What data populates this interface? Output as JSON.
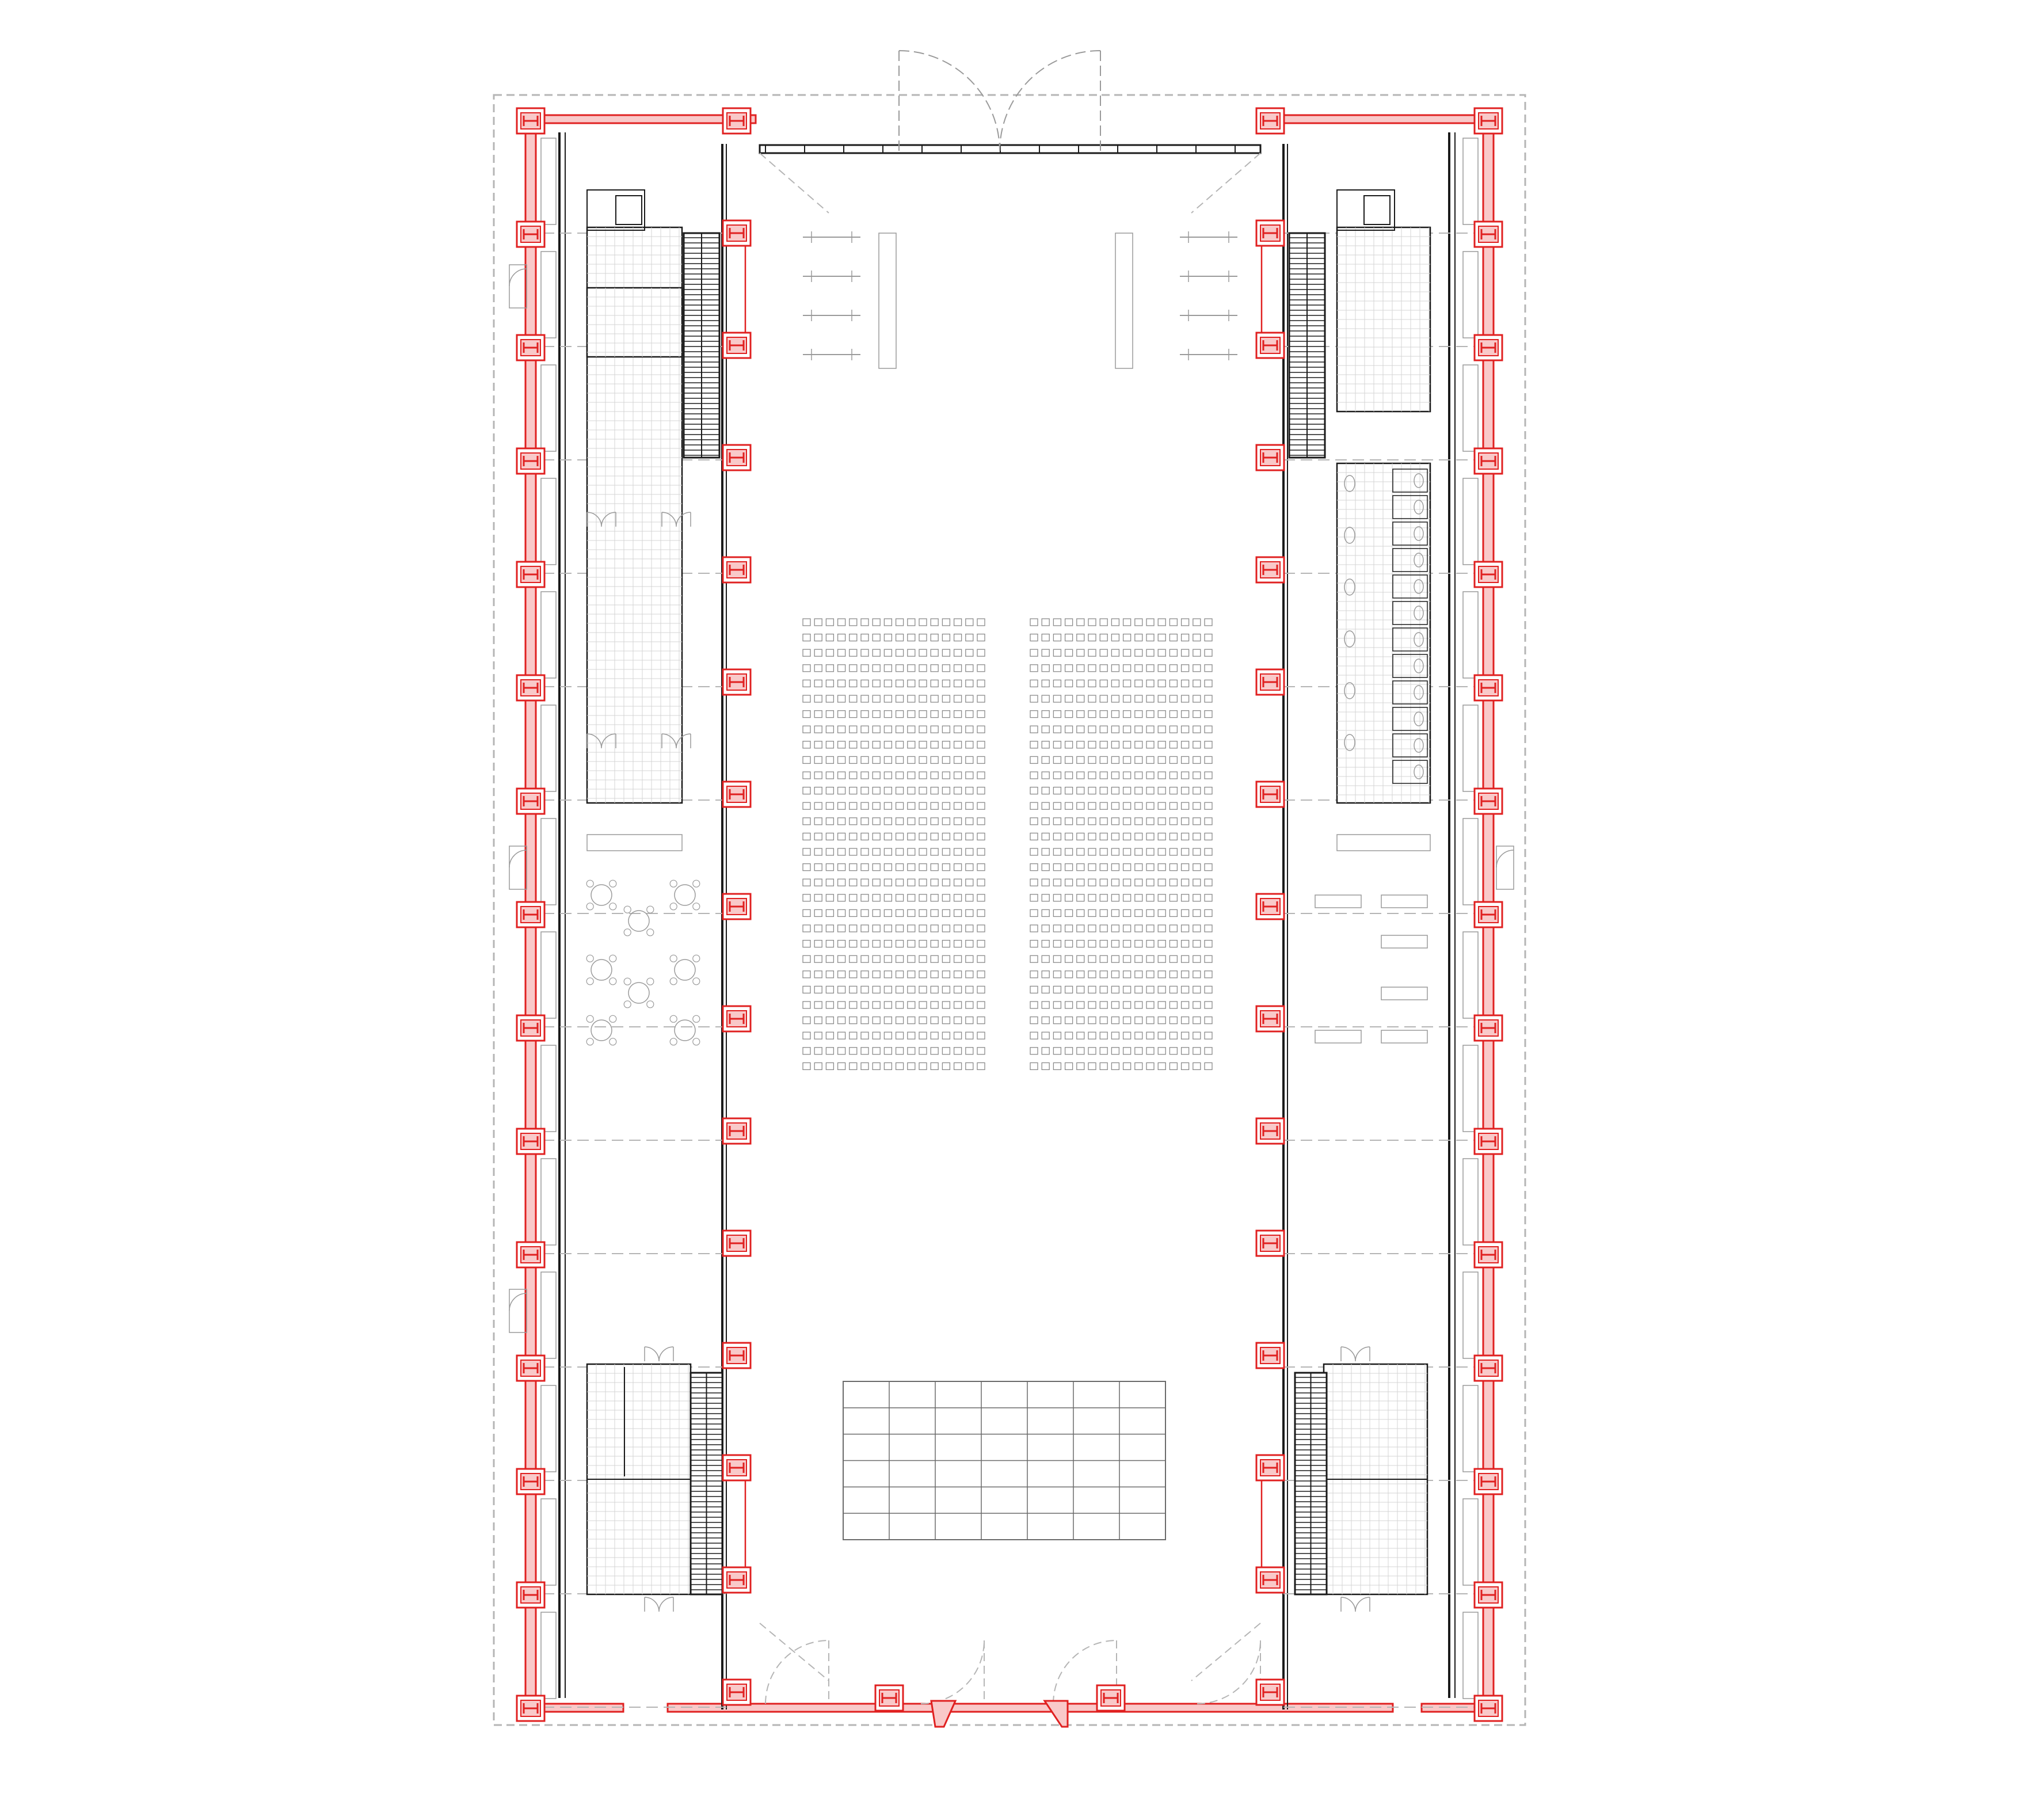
{
  "drawing": {
    "kind": "architectural floor plan",
    "structure_color": "#e02020",
    "structure_fill": "#f9c9c9",
    "line_color": "#1a1a1a",
    "light_line_color": "#9a9a9a",
    "dashed_color": "#b5b5b5",
    "hall_seating": {
      "blocks": 2,
      "rows": 30,
      "seats_per_row": 16
    },
    "stage_grid": {
      "columns": 7,
      "rows": 6
    },
    "side_column_bays": 14,
    "icons": [
      "stair-icon",
      "door-swing-icon",
      "column-icon",
      "round-table-icon",
      "wc-cubicle-icon"
    ]
  }
}
